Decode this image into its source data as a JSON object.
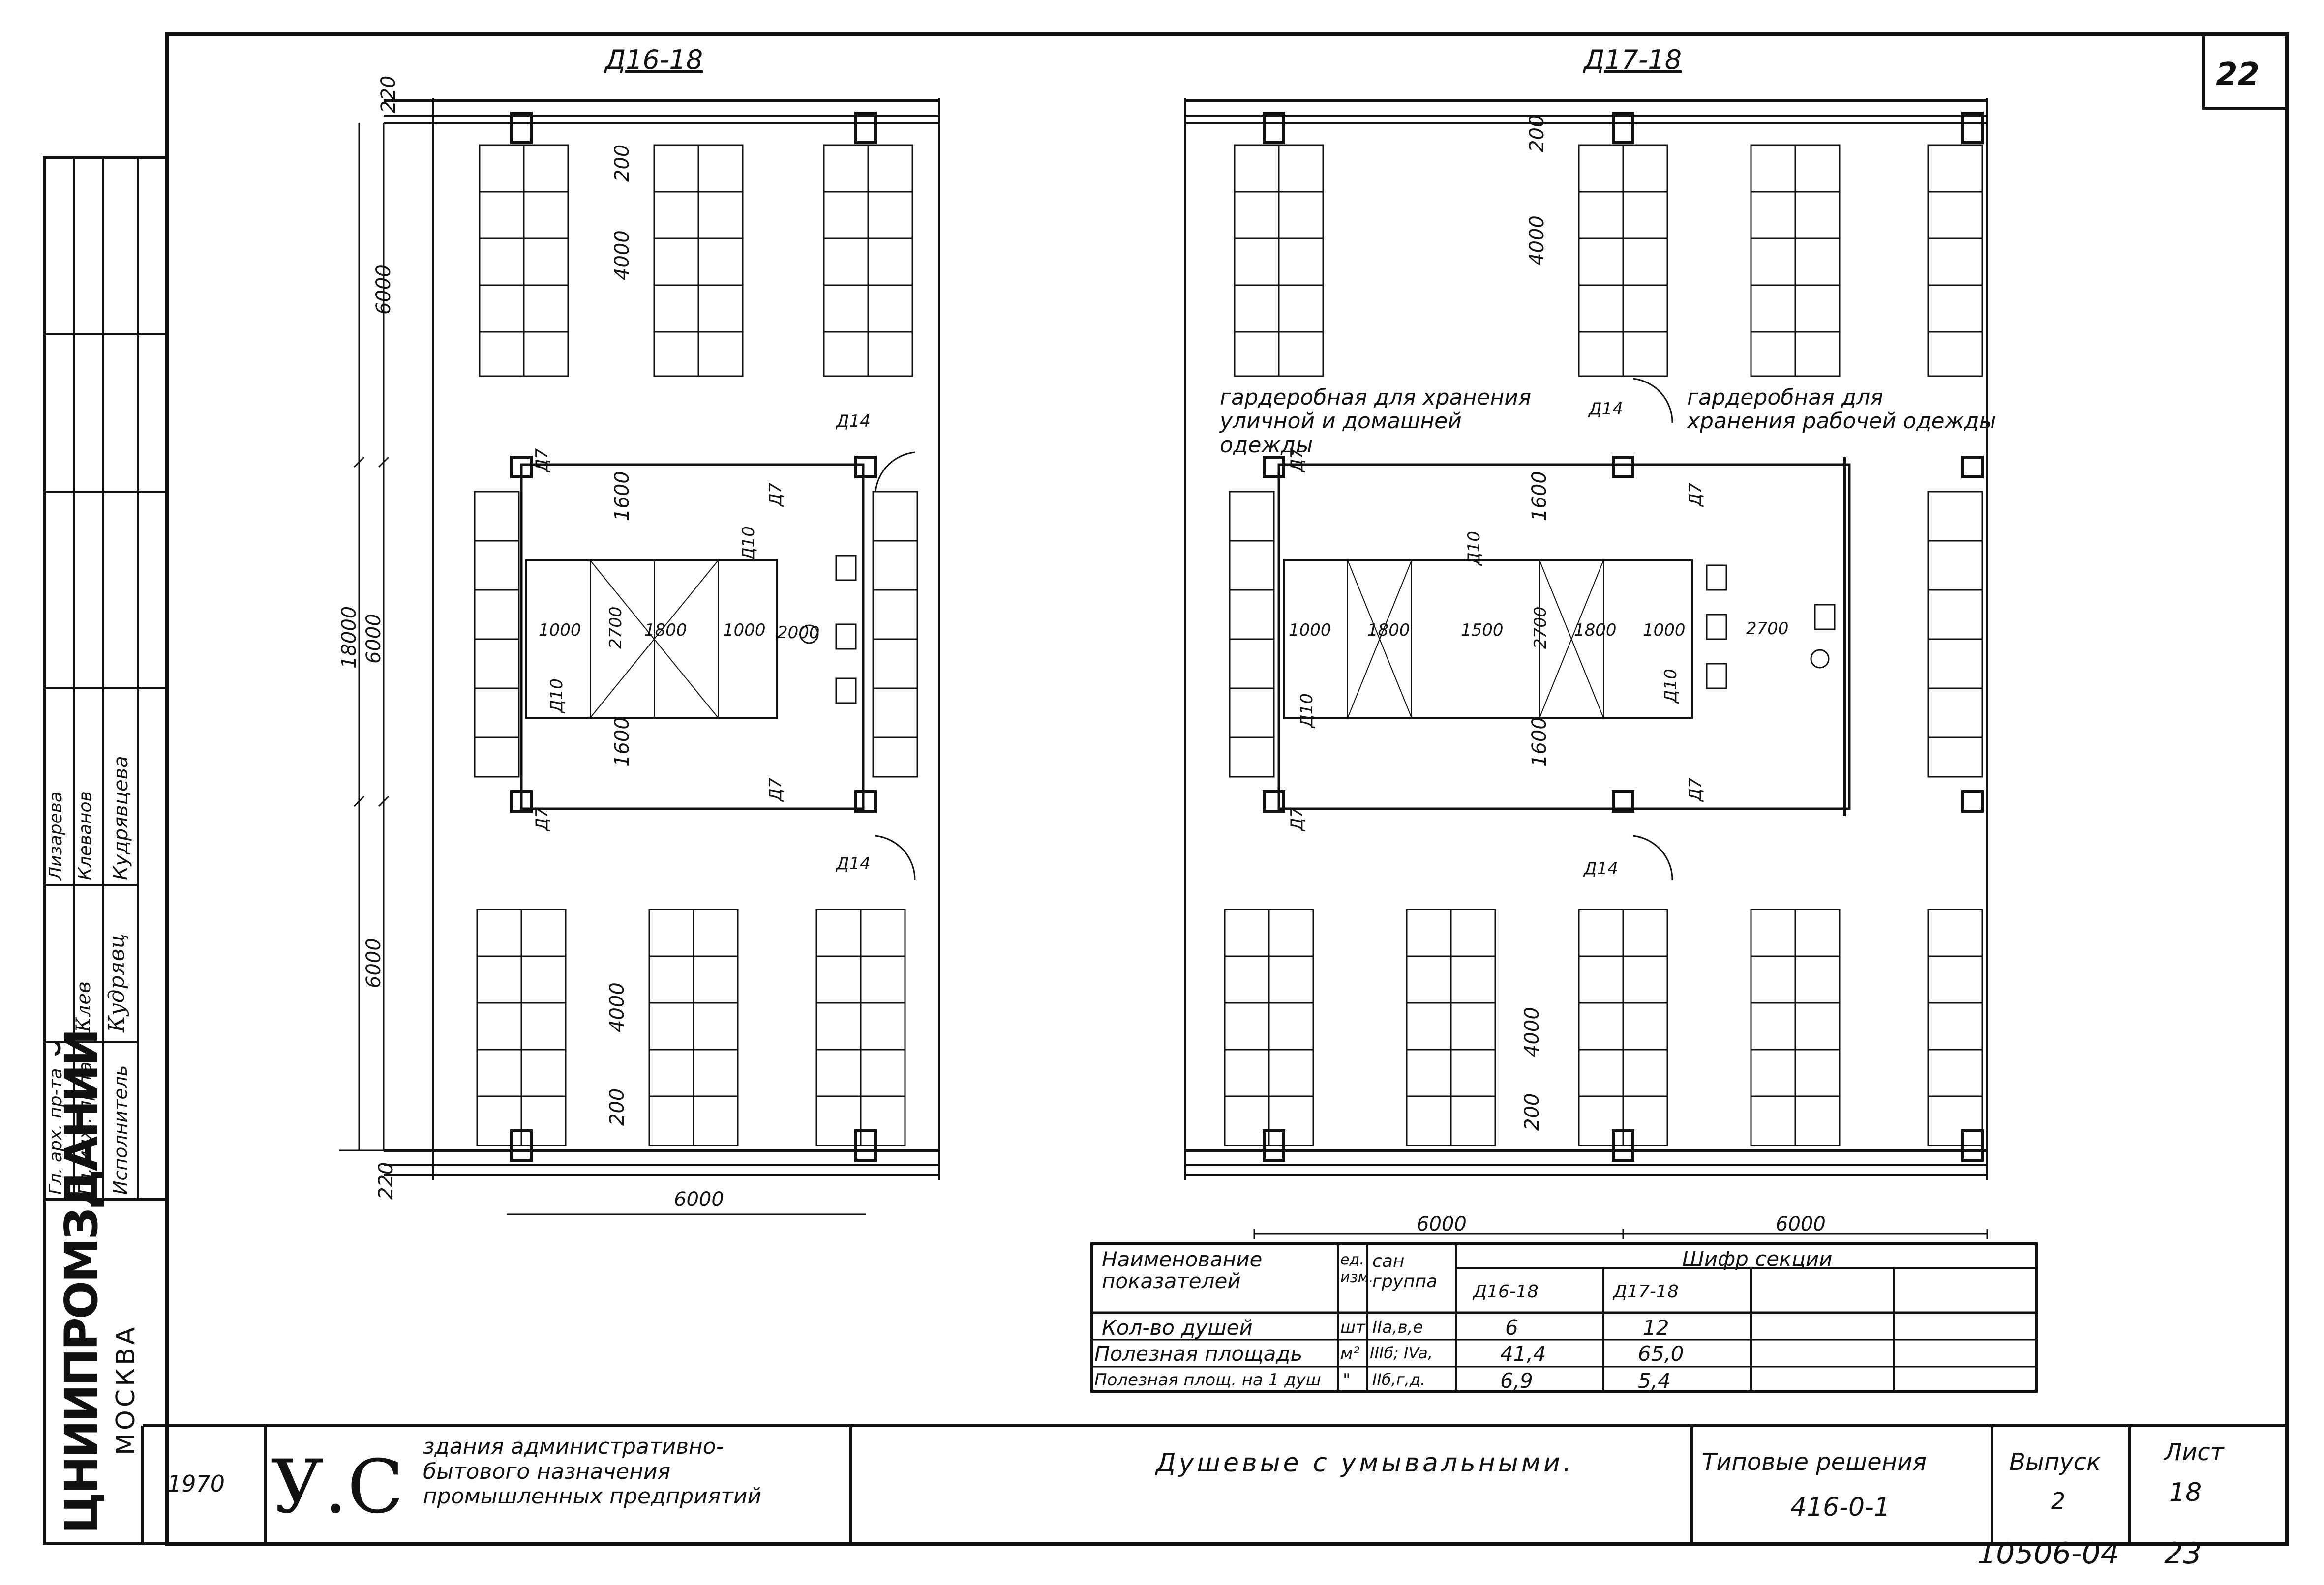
{
  "sheet": {
    "corner_number": "22",
    "stamp_number": "10506-04",
    "stamp_page": "23"
  },
  "plans": {
    "left_title": "Д16-18",
    "right_title": "Д17-18",
    "left_dims": {
      "top_offset": "220",
      "bottom_offset": "220",
      "total_height": "18000",
      "upper_bay": "6000",
      "middle_bay": "6000",
      "lower_bay": "6000",
      "bench_gap_top": "200",
      "bench_length_top": "4000",
      "bench_length_bottom": "4000",
      "bench_gap_bottom": "200",
      "vestibule_top": "1600",
      "vestibule_bottom": "1600",
      "width": "6000",
      "row_1000a": "1000",
      "row_2700": "2700",
      "row_1800": "1800",
      "row_1000b": "1000",
      "row_2000": "2000"
    },
    "right_dims": {
      "bench_gap_top": "200",
      "bench_length_top": "4000",
      "vestibule_top": "1600",
      "vestibule_bottom": "1600",
      "bench_length_bottom": "4000",
      "bench_gap_bottom": "200",
      "row_1000a": "1000",
      "row_1800": "1800",
      "row_1500": "1500",
      "row_2700": "2700",
      "row_1800b": "1800",
      "row_1000b": "1000",
      "row_2700b": "2700",
      "width_left": "6000",
      "width_right": "6000"
    },
    "door_tags": {
      "d14": "Д14",
      "d7": "Д7",
      "d10": "Д10"
    },
    "room_label_left": "гардеробная для хранения\nуличной и домашней\nодежды",
    "room_label_right": "гардеробная для\nхранения рабочей одежды"
  },
  "side_block": {
    "roles": [
      "Гл. арх. пр-та",
      "Гл. инж. пр-та",
      "Исполнитель"
    ],
    "names": [
      "Лизарева",
      "Клеванов",
      "Кудрявцева"
    ],
    "signatures": [
      "Клев",
      "Кудрявц"
    ],
    "org_logo": "ЦНИИПРОМЗДАНИЙ",
    "org_city": "МОСКВА"
  },
  "title_block": {
    "year": "1970",
    "uc_mark": "У.С",
    "series_description": "здания административно-\nбытового назначения\nпромышленных предприятий",
    "drawing_title": "Душевые с умывальными.",
    "standard_label": "Типовые решения",
    "standard_code": "416-0-1",
    "issue_label": "Выпуск",
    "issue_value": "2",
    "sheet_label": "Лист",
    "sheet_value": "18"
  },
  "table": {
    "h_name": "Наименование\nпоказателей",
    "h_unit": "ед.\nизм.",
    "h_group": "сан\nгруппа",
    "h_code": "Шифр секции",
    "codes": [
      "Д16-18",
      "Д17-18",
      "",
      ""
    ],
    "rows": [
      {
        "name": "Кол-во душей",
        "unit": "шт",
        "group": "IIa,в,е",
        "values": [
          "6",
          "12",
          "",
          ""
        ]
      },
      {
        "name": "Полезная площадь",
        "unit": "м²",
        "group": "IIIб; IVa,",
        "values": [
          "41,4",
          "65,0",
          "",
          ""
        ]
      },
      {
        "name": "Полезная площ. на 1 душ",
        "unit": "\"",
        "group": "IIб,г,д.",
        "values": [
          "6,9",
          "5,4",
          "",
          ""
        ]
      }
    ]
  }
}
